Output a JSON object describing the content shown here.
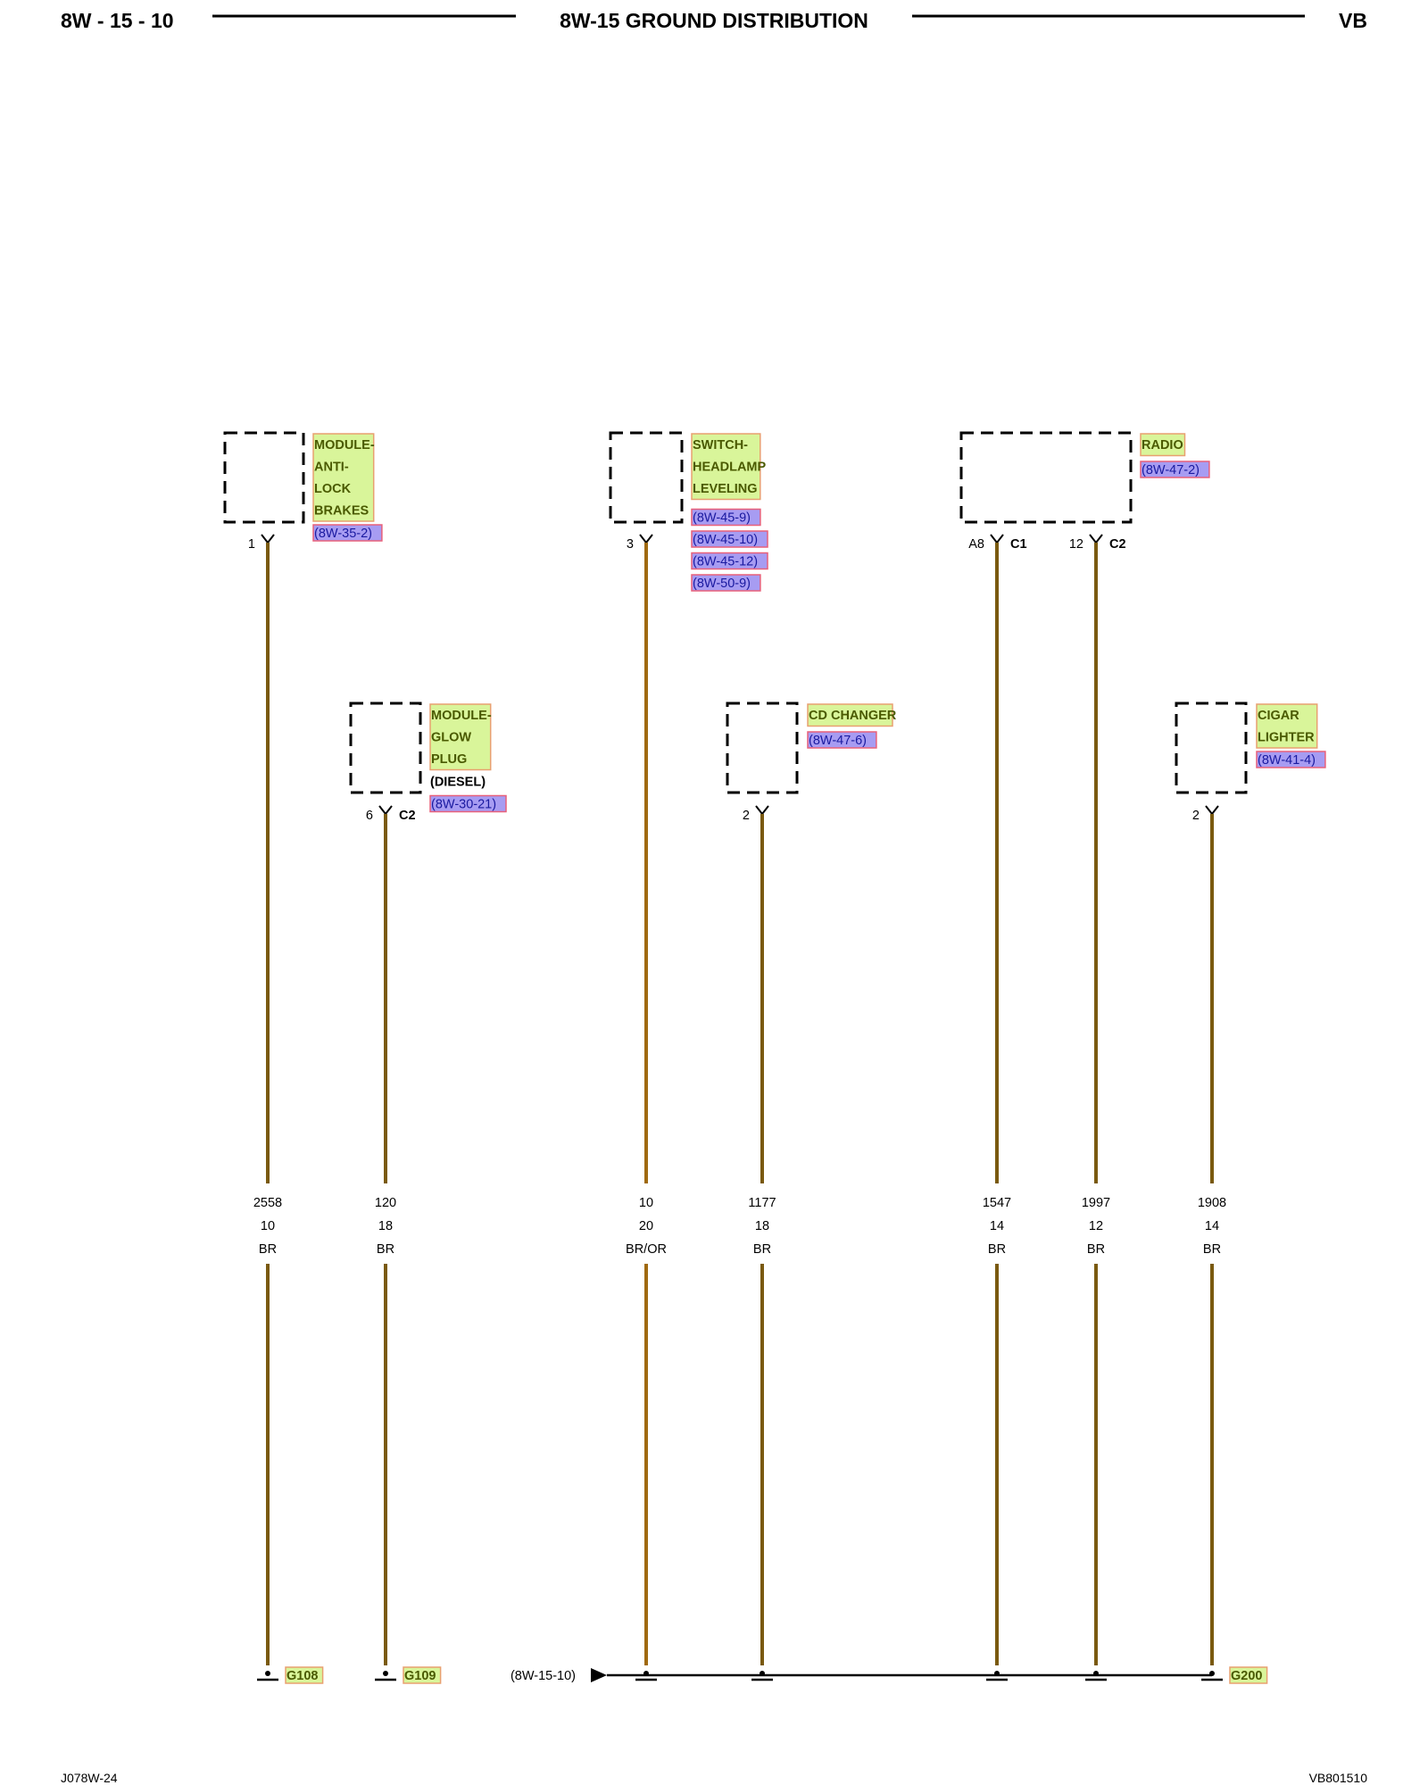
{
  "header": {
    "left": "8W - 15 - 10",
    "title": "8W-15 GROUND DISTRIBUTION",
    "right": "VB"
  },
  "footer": {
    "left": "J078W-24",
    "right": "VB801510"
  },
  "colors": {
    "wire": "#7a5a10",
    "wire_alt": "#a06a10",
    "component_label_bg": "#d9f59a",
    "component_label_border": "#e8a070",
    "ref_bg": "#a79cf2",
    "ref_border": "#e8607a"
  },
  "components": [
    {
      "id": "abs",
      "name_lines": [
        "MODULE-",
        "ANTI-",
        "LOCK",
        "BRAKES"
      ],
      "refs": [
        "(8W-35-2)"
      ],
      "extra": "",
      "pin": "1",
      "connector": ""
    },
    {
      "id": "glow",
      "name_lines": [
        "MODULE-",
        "GLOW",
        "PLUG"
      ],
      "refs": [
        "(8W-30-21)"
      ],
      "extra": "(DIESEL)",
      "pin": "6",
      "connector": "C2"
    },
    {
      "id": "hlsw",
      "name_lines": [
        "SWITCH-",
        "HEADLAMP",
        "LEVELING"
      ],
      "refs": [
        "(8W-45-9)",
        "(8W-45-10)",
        "(8W-45-12)",
        "(8W-50-9)"
      ],
      "extra": "",
      "pin": "3",
      "connector": ""
    },
    {
      "id": "cd",
      "name_lines": [
        "CD CHANGER"
      ],
      "refs": [
        "(8W-47-6)"
      ],
      "extra": "",
      "pin": "2",
      "connector": ""
    },
    {
      "id": "radio",
      "name_lines": [
        "RADIO"
      ],
      "refs": [
        "(8W-47-2)"
      ],
      "extra": "",
      "pins": [
        {
          "pin": "A8",
          "connector": "C1"
        },
        {
          "pin": "12",
          "connector": "C2"
        }
      ]
    },
    {
      "id": "cig",
      "name_lines": [
        "CIGAR",
        "LIGHTER"
      ],
      "refs": [
        "(8W-41-4)"
      ],
      "extra": "",
      "pin": "2",
      "connector": ""
    }
  ],
  "wires": [
    {
      "circuit": "2558",
      "gauge": "10",
      "color": "BR"
    },
    {
      "circuit": "120",
      "gauge": "18",
      "color": "BR"
    },
    {
      "circuit": "10",
      "gauge": "20",
      "color": "BR/OR"
    },
    {
      "circuit": "1177",
      "gauge": "18",
      "color": "BR"
    },
    {
      "circuit": "1547",
      "gauge": "14",
      "color": "BR"
    },
    {
      "circuit": "1997",
      "gauge": "12",
      "color": "BR"
    },
    {
      "circuit": "1908",
      "gauge": "14",
      "color": "BR"
    }
  ],
  "grounds": [
    "G108",
    "G109",
    "G200"
  ],
  "splice_ref": "(8W-15-10)"
}
